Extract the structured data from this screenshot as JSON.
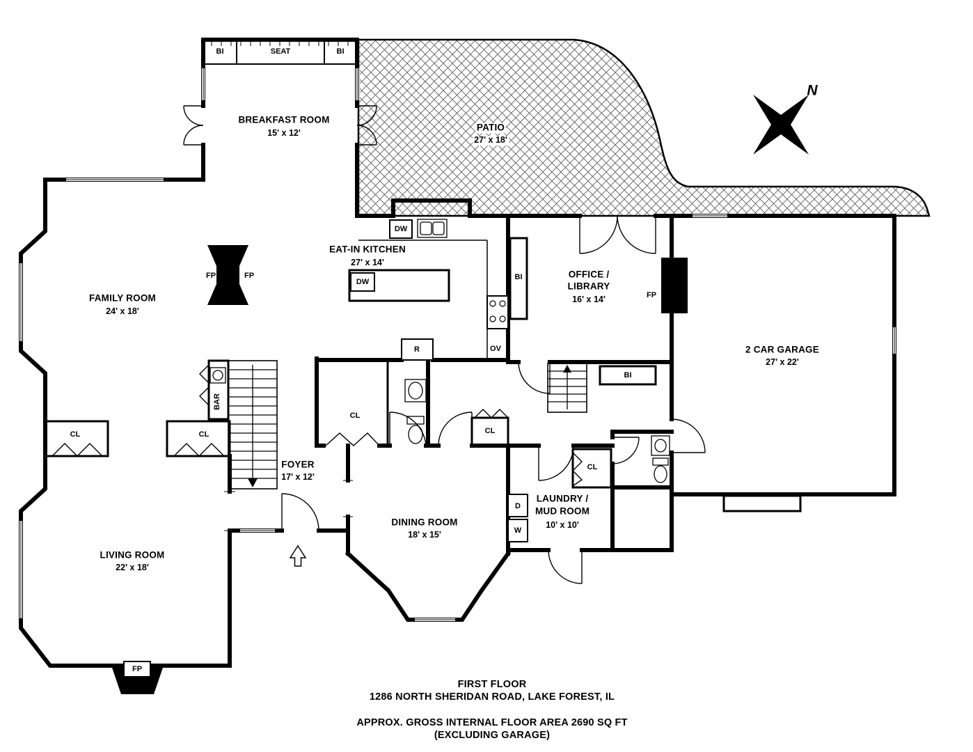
{
  "plan": {
    "rooms": {
      "breakfast": {
        "name": "BREAKFAST ROOM",
        "dims": "15' x 12'"
      },
      "patio": {
        "name": "PATIO",
        "dims": "27' x 18'"
      },
      "family": {
        "name": "FAMILY ROOM",
        "dims": "24' x 18'"
      },
      "kitchen": {
        "name": "EAT-IN KITCHEN",
        "dims": "27' x 14'"
      },
      "office": {
        "name_line1": "OFFICE /",
        "name_line2": "LIBRARY",
        "dims": "16' x 14'"
      },
      "garage": {
        "name": "2 CAR GARAGE",
        "dims": "27' x 22'"
      },
      "foyer": {
        "name": "FOYER",
        "dims": "17' x 12'"
      },
      "dining": {
        "name": "DINING ROOM",
        "dims": "18' x 15'"
      },
      "living": {
        "name": "LIVING ROOM",
        "dims": "22' x 18'"
      },
      "laundry": {
        "name_line1": "LAUNDRY /",
        "name_line2": "MUD ROOM",
        "dims": "10' x 10'"
      }
    },
    "fixtures": {
      "built_in": "BI",
      "seat": "SEAT",
      "fireplace": "FP",
      "closet": "CL",
      "dishwasher": "DW",
      "refrigerator": "R",
      "oven": "OV",
      "dryer": "D",
      "washer": "W",
      "bar": "BAR"
    },
    "compass": {
      "north": "N"
    },
    "title_block": {
      "line1": "FIRST FLOOR",
      "line2": "1286 NORTH SHERIDAN ROAD, LAKE FOREST, IL",
      "line3": "APPROX. GROSS INTERNAL FLOOR AREA 2690 SQ FT",
      "line4": "(EXCLUDING GARAGE)"
    },
    "colors": {
      "ink": "#000000",
      "paper": "#ffffff"
    }
  }
}
